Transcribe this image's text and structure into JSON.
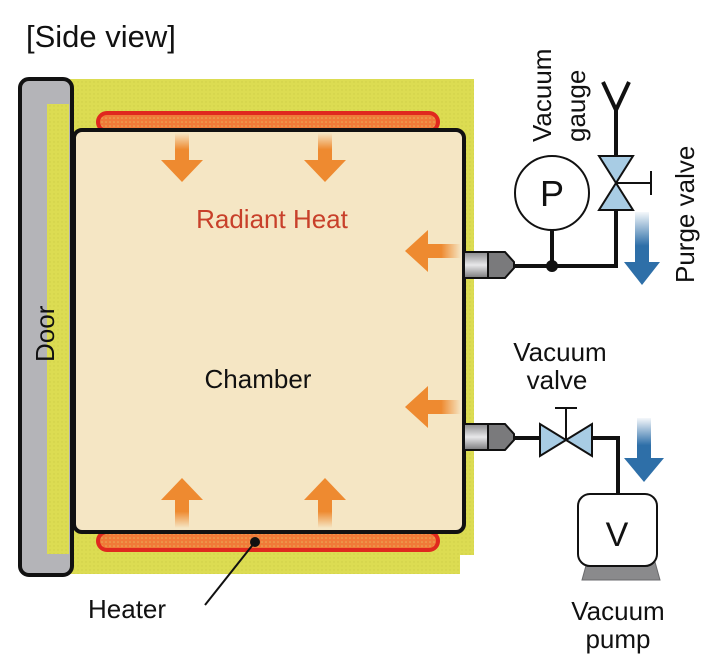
{
  "title": "[Side view]",
  "labels": {
    "door": "Door",
    "radiant_heat": "Radiant Heat",
    "chamber": "Chamber",
    "heater": "Heater",
    "vacuum_gauge_line1": "Vacuum",
    "vacuum_gauge_line2": "gauge",
    "gauge_symbol": "P",
    "purge_valve": "Purge valve",
    "vacuum_valve_line1": "Vacuum",
    "vacuum_valve_line2": "valve",
    "pump_symbol": "V",
    "vacuum_pump_line1": "Vacuum",
    "vacuum_pump_line2": "pump"
  },
  "colors": {
    "insulation": "#dcdc52",
    "chamber": "#f5e6c4",
    "door": "#b4b4b8",
    "heater_outline": "#e0281e",
    "heater_fill": "#f07a38",
    "heat_arrow": "#ee8a30",
    "radiant_text": "#c8402a",
    "valve": "#a8cce4",
    "flow_arrow": "#2e6fa8",
    "outline": "#111111"
  }
}
